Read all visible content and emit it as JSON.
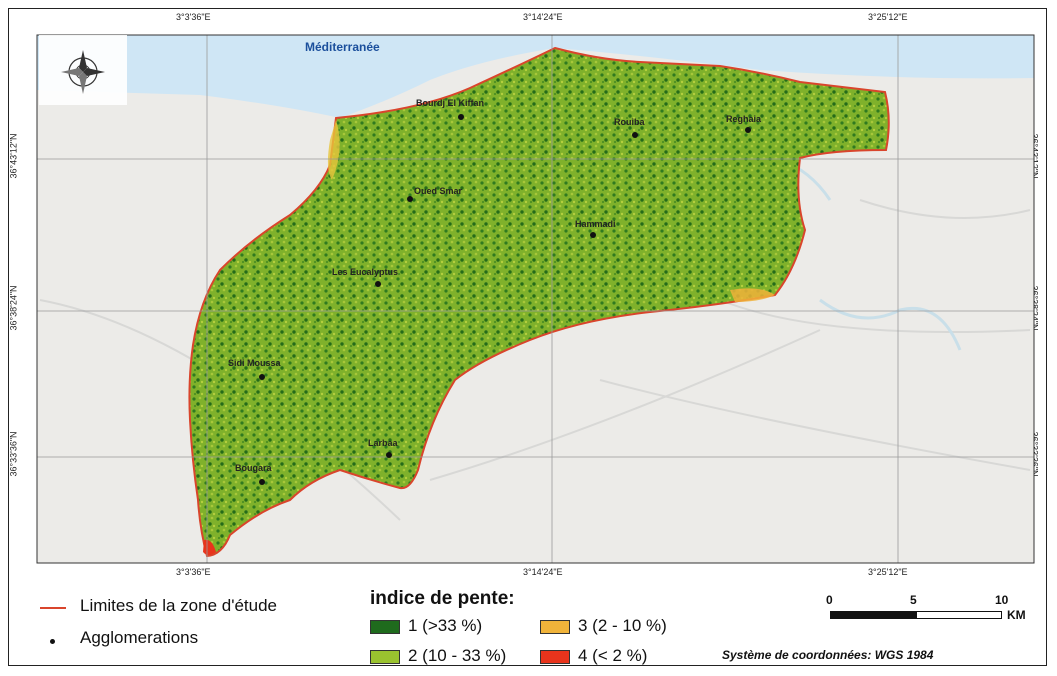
{
  "map": {
    "sea_label": "Méditerranée",
    "grid_top": [
      "3°3'36\"E",
      "3°14'24\"E",
      "3°25'12\"E"
    ],
    "grid_bottom": [
      "3°3'36\"E",
      "3°14'24\"E",
      "3°25'12\"E"
    ],
    "grid_left": [
      "36°43'12\"N",
      "36°38'24\"N",
      "36°33'36\"N"
    ],
    "grid_right": [
      "36°43'12\"N",
      "36°38'24\"N",
      "36°33'36\"N"
    ],
    "places": [
      {
        "name": "Bourdj El Kiffan"
      },
      {
        "name": "Rouiba"
      },
      {
        "name": "Reghaia"
      },
      {
        "name": "Oued Smar"
      },
      {
        "name": "Hammadi"
      },
      {
        "name": "Les Eucalyptus"
      },
      {
        "name": "Sidi Moussa"
      },
      {
        "name": "Larbaa"
      },
      {
        "name": "Bougara"
      }
    ]
  },
  "legend": {
    "boundary_label": "Limites de la zone d'étude",
    "agglomeration_label": "Agglomerations",
    "slope_title": "indice de pente:",
    "classes": [
      {
        "label": "1 (>33 %)",
        "color": "#1f6b1d"
      },
      {
        "label": "3 (2 - 10 %)",
        "color": "#f0b33a"
      },
      {
        "label": "2 (10 - 33 %)",
        "color": "#9ac22f"
      },
      {
        "label": "4  (< 2 %)",
        "color": "#e8341c"
      }
    ],
    "boundary_color": "#d9452c"
  },
  "scalebar": {
    "ticks": [
      "0",
      "5",
      "10"
    ],
    "unit": "KM"
  },
  "coordinate_system": "Système de coordonnées: WGS 1984"
}
